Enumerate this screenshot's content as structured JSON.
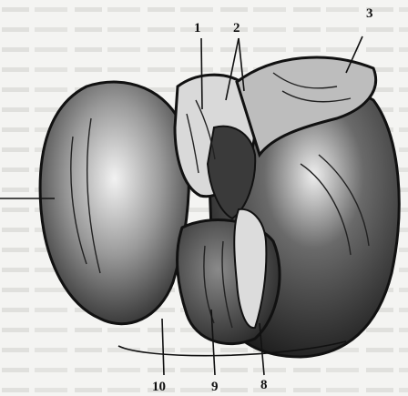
{
  "figure": {
    "labels": {
      "l1": "1",
      "l2": "2",
      "l3": "3",
      "l8": "8",
      "l9": "9",
      "l10": "10"
    }
  }
}
